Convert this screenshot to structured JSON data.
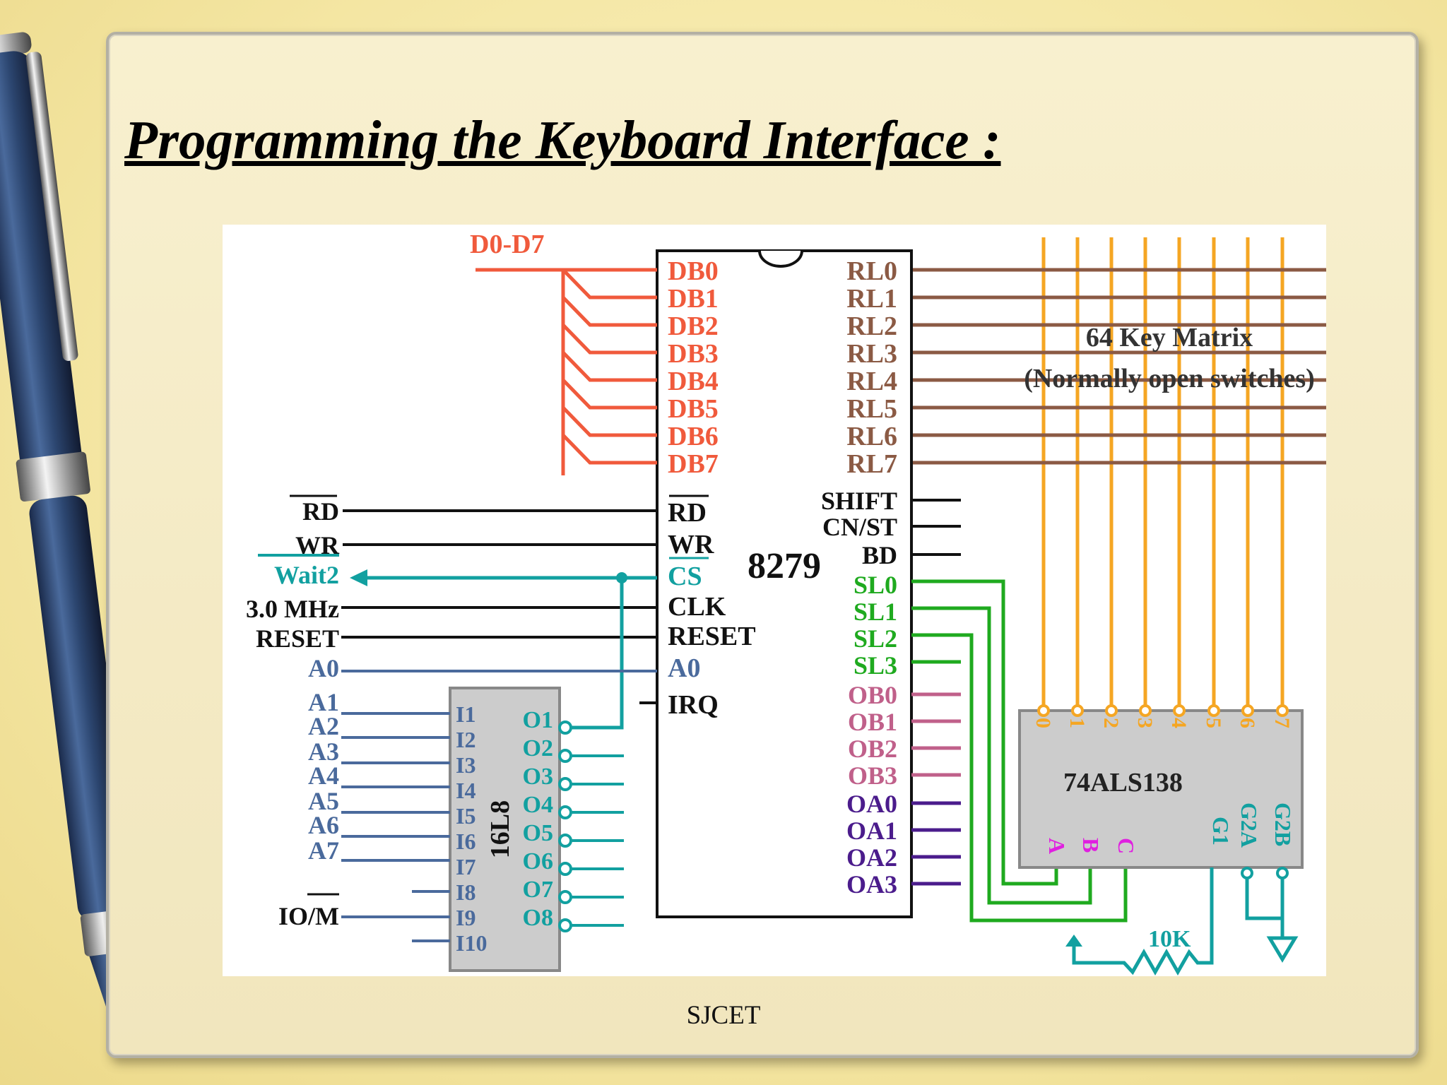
{
  "slide": {
    "title": "Programming the Keyboard Interface :",
    "footer": "SJCET"
  },
  "diagram": {
    "bus_label": "D0-D7",
    "chip_8279": {
      "name": "8279",
      "left_pins": [
        "DB0",
        "DB1",
        "DB2",
        "DB3",
        "DB4",
        "DB5",
        "DB6",
        "DB7",
        "RD",
        "WR",
        "CS",
        "CLK",
        "RESET",
        "A0",
        "IRQ"
      ],
      "right_pins": [
        "RL0",
        "RL1",
        "RL2",
        "RL3",
        "RL4",
        "RL5",
        "RL6",
        "RL7",
        "SHIFT",
        "CN/ST",
        "BD",
        "SL0",
        "SL1",
        "SL2",
        "SL3",
        "OB0",
        "OB1",
        "OB2",
        "OB3",
        "OA0",
        "OA1",
        "OA2",
        "OA3"
      ]
    },
    "external_signals": [
      "RD",
      "WR",
      "Wait2",
      "3.0 MHz",
      "RESET",
      "A0",
      "A1",
      "A2",
      "A3",
      "A4",
      "A5",
      "A6",
      "A7",
      "IO/M"
    ],
    "chip_16l8": {
      "name": "16L8",
      "inputs": [
        "I1",
        "I2",
        "I3",
        "I4",
        "I5",
        "I6",
        "I7",
        "I8",
        "I9",
        "I10"
      ],
      "outputs": [
        "O1",
        "O2",
        "O3",
        "O4",
        "O5",
        "O6",
        "O7",
        "O8"
      ]
    },
    "key_matrix": {
      "title": "64 Key Matrix",
      "subtitle": "(Normally open switches)"
    },
    "decoder": {
      "name": "74ALS138",
      "outputs": [
        "0",
        "1",
        "2",
        "3",
        "4",
        "5",
        "6",
        "7"
      ],
      "inputs": [
        "A",
        "B",
        "C",
        "G1",
        "G2A",
        "G2B"
      ]
    },
    "resistor": "10K",
    "colors": {
      "data_bus": "#f05a3c",
      "return_lines": "#8b5a44",
      "scan_lines": "#1faa1f",
      "ob_lines": "#c0608a",
      "oa_lines": "#4b1c8c",
      "teal": "#12a0a0",
      "address": "#4a6a9c",
      "matrix_cols": "#f5a623",
      "decoder_labels": "#e020e0"
    }
  }
}
